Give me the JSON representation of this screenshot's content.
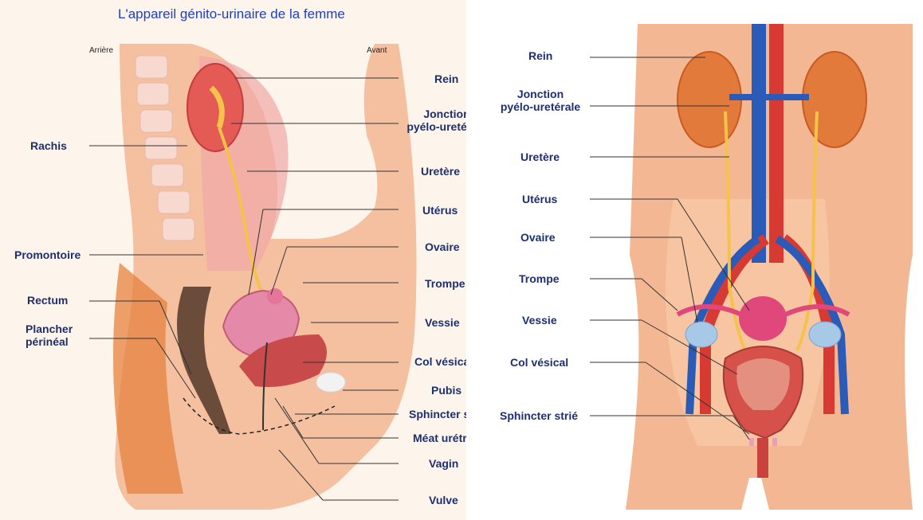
{
  "left": {
    "title": "L'appareil génito-urinaire de la femme",
    "back_label": "Arrière",
    "front_label": "Avant",
    "labels": {
      "rein": "Rein",
      "jonction_line1": "Jonction",
      "jonction_line2": "pyélo-uretérale",
      "uretere": "Uretère",
      "uterus": "Utérus",
      "ovaire": "Ovaire",
      "trompe": "Trompe",
      "vessie": "Vessie",
      "col_vesical": "Col vésical",
      "pubis": "Pubis",
      "sphincter": "Sphincter strié",
      "meat": "Méat urétral",
      "vagin": "Vagin",
      "vulve": "Vulve",
      "rachis": "Rachis",
      "promontoire": "Promontoire",
      "rectum": "Rectum",
      "plancher_line1": "Plancher",
      "plancher_line2": "périnéal"
    }
  },
  "right": {
    "labels": {
      "rein": "Rein",
      "jonction_line1": "Jonction",
      "jonction_line2": "pyélo-uretérale",
      "uretere": "Uretère",
      "uterus": "Utérus",
      "ovaire": "Ovaire",
      "trompe": "Trompe",
      "vessie": "Vessie",
      "col_vesical": "Col vésical",
      "sphincter": "Sphincter strié"
    }
  },
  "colors": {
    "label": "#1d2f6e",
    "title": "#1f3fbf",
    "skin": "#f2b894",
    "muscle": "#d94a3a",
    "vein": "#2a5bb8",
    "ureter": "#f5c24a"
  }
}
